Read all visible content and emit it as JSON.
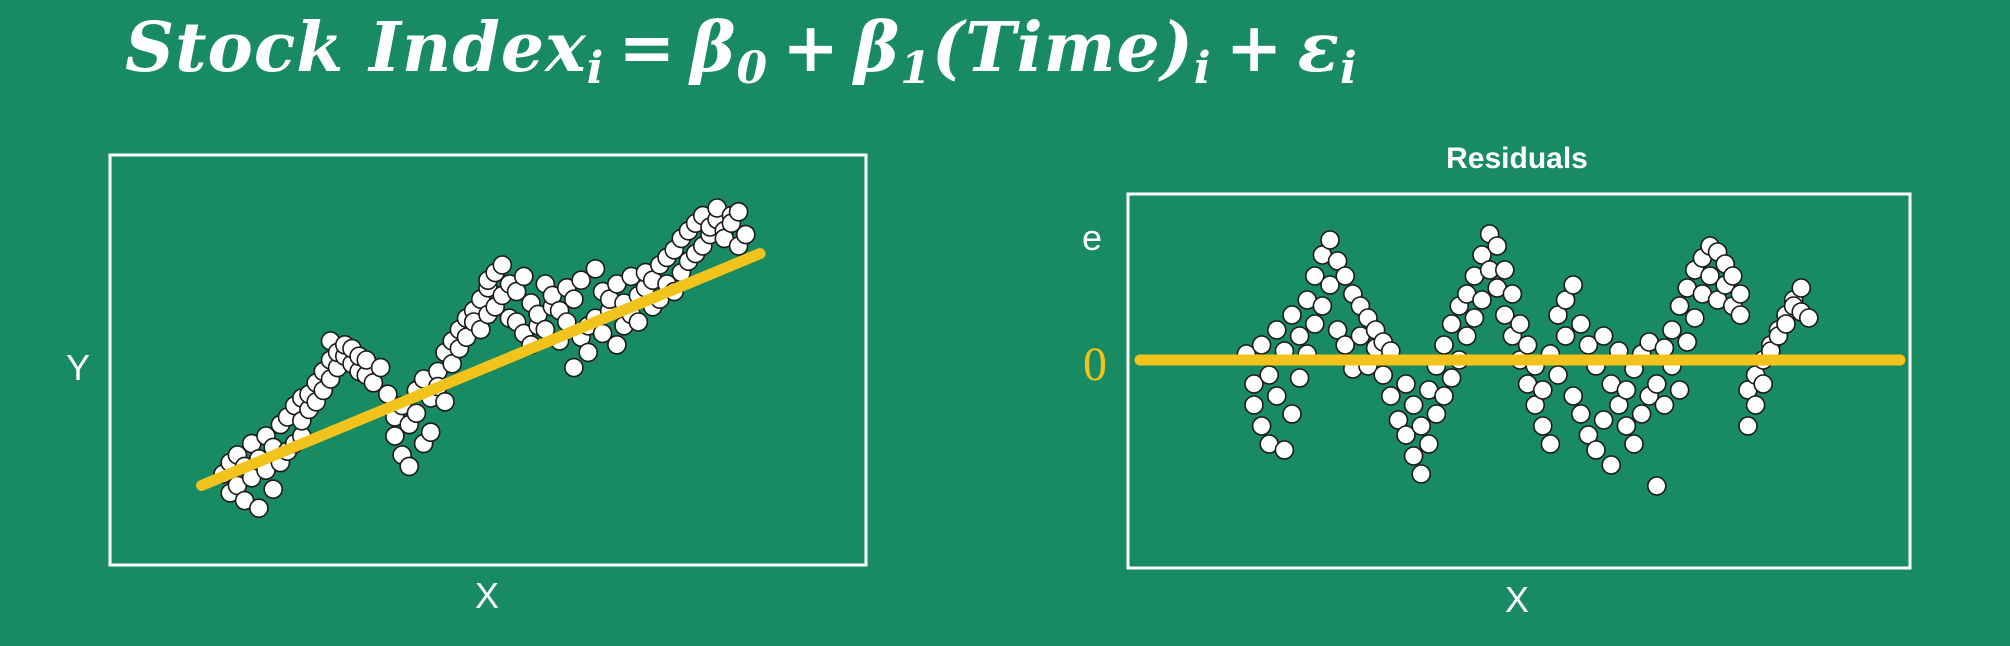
{
  "formula": {
    "lhs": "Stock Index",
    "sub_i": "i",
    "equals": "=",
    "beta": "β",
    "sub_0": "0",
    "sub_1": "1",
    "plus": "+",
    "time": "(Time)",
    "epsilon": "ε"
  },
  "colors": {
    "background": "#198b62",
    "line": "#f2c41b",
    "points_fill": "#ffffff",
    "points_stroke": "#1a1a1a",
    "frame": "#ffffff"
  },
  "chart_data": [
    {
      "type": "scatter",
      "title": "",
      "xlabel": "X",
      "ylabel": "Y",
      "xlim": [
        0,
        100
      ],
      "ylim": [
        0,
        100
      ],
      "grid": false,
      "trendline": {
        "x": [
          10,
          88
        ],
        "y": [
          17,
          78
        ]
      },
      "points": {
        "x": [
          13,
          14,
          14,
          15,
          15,
          16,
          16,
          17,
          17,
          18,
          18,
          19,
          19,
          20,
          20,
          21,
          21,
          22,
          22,
          23,
          23,
          24,
          24,
          24,
          25,
          25,
          26,
          26,
          27,
          27,
          28,
          28,
          28,
          29,
          29,
          30,
          30,
          31,
          31,
          32,
          32,
          33,
          33,
          34,
          35,
          36,
          37,
          37,
          38,
          38,
          39,
          39,
          40,
          40,
          41,
          41,
          42,
          42,
          43,
          43,
          44,
          44,
          45,
          45,
          46,
          46,
          47,
          47,
          48,
          48,
          49,
          49,
          50,
          50,
          50,
          51,
          51,
          52,
          52,
          53,
          53,
          54,
          54,
          55,
          55,
          56,
          56,
          57,
          57,
          58,
          58,
          59,
          59,
          60,
          60,
          61,
          61,
          62,
          62,
          63,
          63,
          64,
          64,
          65,
          65,
          66,
          66,
          67,
          67,
          68,
          68,
          69,
          69,
          70,
          70,
          71,
          71,
          72,
          72,
          73,
          73,
          74,
          74,
          75,
          75,
          76,
          76,
          77,
          77,
          78,
          78,
          79,
          79,
          80,
          80,
          81,
          81,
          82,
          82,
          83,
          83,
          84,
          84,
          85,
          85,
          86
        ],
        "y": [
          20,
          15,
          23,
          17,
          25,
          13,
          22,
          19,
          28,
          11,
          24,
          21,
          30,
          16,
          27,
          23,
          33,
          26,
          35,
          28,
          38,
          30,
          40,
          34,
          37,
          41,
          44,
          39,
          47,
          42,
          50,
          45,
          55,
          48,
          52,
          51,
          54,
          49,
          53,
          47,
          51,
          46,
          50,
          44,
          48,
          41,
          35,
          30,
          25,
          38,
          33,
          22,
          42,
          36,
          28,
          45,
          40,
          31,
          47,
          43,
          52,
          39,
          55,
          49,
          58,
          53,
          61,
          56,
          63,
          60,
          66,
          58,
          69,
          62,
          71,
          64,
          73,
          67,
          75,
          61,
          70,
          60,
          68,
          57,
          72,
          54,
          65,
          59,
          62,
          70,
          58,
          64,
          67,
          55,
          63,
          69,
          60,
          48,
          66,
          56,
          71,
          59,
          52,
          74,
          61,
          68,
          57,
          63,
          66,
          54,
          70,
          59,
          65,
          62,
          72,
          67,
          60,
          69,
          73,
          64,
          71,
          66,
          75,
          70,
          77,
          68,
          79,
          73,
          82,
          76,
          84,
          78,
          86,
          80,
          88,
          83,
          85,
          87,
          90,
          84,
          82,
          88,
          86,
          89,
          80,
          83
        ]
      }
    },
    {
      "type": "scatter",
      "title": "Residuals",
      "xlabel": "X",
      "ylabel": "e",
      "ytick_labels": [
        "0"
      ],
      "xlim": [
        0,
        100
      ],
      "ylim": [
        -50,
        50
      ],
      "grid": false,
      "reference_line": {
        "y": 0
      },
      "points": {
        "x": [
          14,
          15,
          15,
          16,
          16,
          17,
          17,
          18,
          18,
          19,
          19,
          20,
          20,
          21,
          21,
          22,
          22,
          23,
          23,
          24,
          24,
          25,
          25,
          26,
          26,
          27,
          27,
          28,
          28,
          29,
          29,
          30,
          30,
          31,
          31,
          32,
          32,
          33,
          33,
          34,
          35,
          35,
          36,
          36,
          37,
          37,
          38,
          38,
          39,
          39,
          40,
          40,
          41,
          41,
          42,
          42,
          43,
          43,
          44,
          44,
          45,
          45,
          46,
          46,
          47,
          47,
          48,
          48,
          49,
          49,
          50,
          50,
          51,
          51,
          52,
          52,
          53,
          53,
          54,
          54,
          55,
          55,
          56,
          56,
          57,
          57,
          58,
          58,
          59,
          59,
          60,
          60,
          61,
          61,
          62,
          62,
          63,
          63,
          64,
          64,
          65,
          65,
          66,
          66,
          67,
          67,
          68,
          68,
          69,
          69,
          70,
          70,
          71,
          71,
          72,
          72,
          73,
          73,
          74,
          74,
          75,
          75,
          76,
          76,
          77,
          77,
          78,
          78,
          79,
          79,
          80,
          80,
          81,
          81,
          82,
          82,
          83,
          83,
          84,
          84,
          85,
          85,
          86,
          86,
          87,
          87,
          88
        ],
        "y": [
          2,
          -8,
          -15,
          5,
          -22,
          -5,
          -28,
          10,
          -12,
          -30,
          3,
          15,
          -18,
          8,
          -6,
          20,
          2,
          28,
          12,
          35,
          18,
          40,
          25,
          33,
          10,
          28,
          5,
          22,
          -3,
          18,
          8,
          14,
          -2,
          10,
          4,
          6,
          -5,
          3,
          -12,
          -20,
          -25,
          -8,
          -32,
          -15,
          -38,
          -22,
          -28,
          -10,
          -18,
          -2,
          -12,
          5,
          -6,
          12,
          0,
          18,
          8,
          22,
          14,
          28,
          20,
          35,
          30,
          42,
          24,
          38,
          15,
          30,
          8,
          22,
          0,
          12,
          -8,
          5,
          -15,
          -2,
          -22,
          -10,
          -28,
          2,
          15,
          -5,
          20,
          8,
          25,
          -12,
          12,
          -18,
          5,
          -25,
          -2,
          -30,
          8,
          -20,
          -8,
          -35,
          3,
          -15,
          -22,
          -10,
          -28,
          -3,
          -18,
          2,
          -12,
          6,
          -8,
          -42,
          4,
          -15,
          10,
          -2,
          18,
          -10,
          24,
          6,
          30,
          14,
          34,
          22,
          38,
          28,
          36,
          20,
          32,
          25,
          28,
          18,
          22,
          15,
          -10,
          -22,
          -5,
          -15,
          0,
          -8,
          5,
          3,
          10,
          8,
          15,
          12,
          20,
          18,
          24,
          16,
          14,
          10
        ]
      }
    }
  ]
}
